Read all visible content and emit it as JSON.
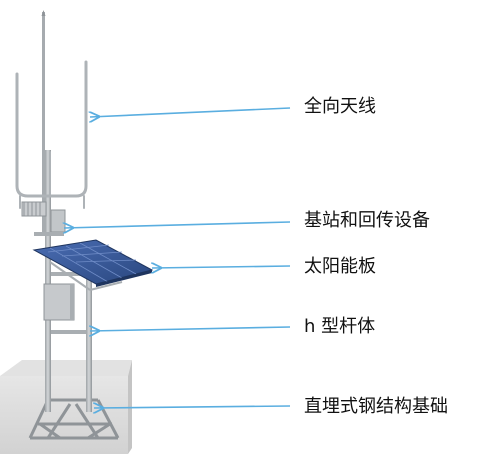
{
  "diagram": {
    "callouts": [
      {
        "id": "omni-antenna",
        "label": "全向天线"
      },
      {
        "id": "base-station",
        "label": "基站和回传设备"
      },
      {
        "id": "solar-panel",
        "label": "太阳能板"
      },
      {
        "id": "h-pole",
        "label": "h 型杆体"
      },
      {
        "id": "foundation",
        "label": "直埋式钢结构基础"
      }
    ],
    "colors": {
      "arrow": "#5aaee0",
      "pole": "#b8bcbf",
      "pole_dark": "#8e9397",
      "panel": "#3d5fa3",
      "panel_dark": "#243f78",
      "ground": "#dcdcdc",
      "ground_side": "#c6c6c6"
    }
  }
}
